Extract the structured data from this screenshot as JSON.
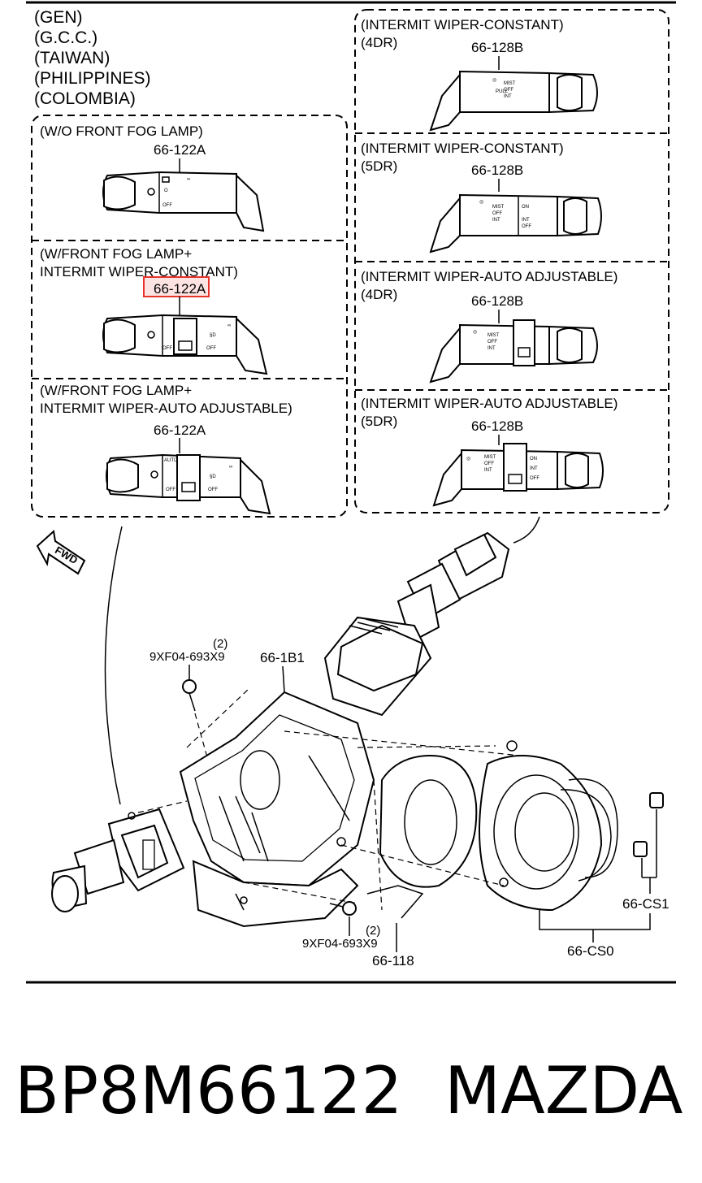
{
  "region_labels": [
    "(GEN)",
    "(G.C.C.)",
    "(TAIWAN)",
    "(PHILIPPINES)",
    "(COLOMBIA)"
  ],
  "left_panels": [
    {
      "title_lines": [
        "(W/O FRONT FOG LAMP)"
      ],
      "part": "66-122A"
    },
    {
      "title_lines": [
        "(W/FRONT FOG LAMP+",
        " INTERMIT WIPER-CONSTANT)"
      ],
      "part": "66-122A",
      "highlighted": true
    },
    {
      "title_lines": [
        "(W/FRONT FOG LAMP+",
        " INTERMIT WIPER-AUTO ADJUSTABLE)"
      ],
      "part": "66-122A"
    }
  ],
  "right_panels": [
    {
      "title_lines": [
        "(INTERMIT WIPER-CONSTANT)",
        "(4DR)"
      ],
      "part": "66-128B"
    },
    {
      "title_lines": [
        "(INTERMIT WIPER-CONSTANT)",
        "(5DR)"
      ],
      "part": "66-128B"
    },
    {
      "title_lines": [
        "(INTERMIT WIPER-AUTO ADJUSTABLE)",
        "(4DR)"
      ],
      "part": "66-128B"
    },
    {
      "title_lines": [
        "(INTERMIT WIPER-AUTO ADJUSTABLE)",
        "(5DR)"
      ],
      "part": "66-128B"
    }
  ],
  "fwd_label": "FWD",
  "callouts": {
    "screw_top_qty": "(2)",
    "screw_top": "9XF04-693X9",
    "cover_top": "66-1B1",
    "screw_bottom_qty": "(2)",
    "screw_bottom": "9XF04-693X9",
    "cover_bottom": "66-118",
    "clock_spring": "66-CS0",
    "clock_spring_part": "66-CS1"
  },
  "footer": {
    "part_number": "BP8M66122",
    "brand": "MAZDA"
  },
  "colors": {
    "highlight": "#e8332b",
    "line": "#000000",
    "background": "#ffffff"
  }
}
